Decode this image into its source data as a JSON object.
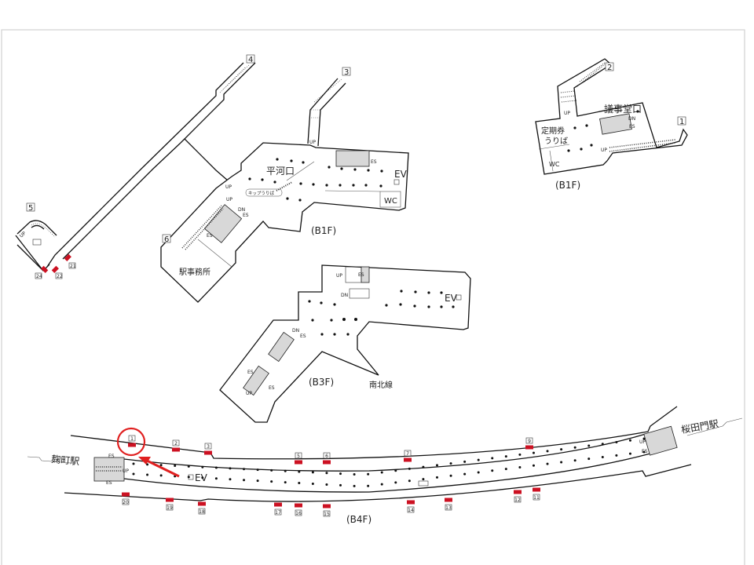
{
  "colors": {
    "exit_marker": "#cc1122",
    "highlight": "#e02020",
    "frame": "#d0d0d0"
  },
  "b1f_west": {
    "floor": "(B1F)",
    "concourse": "平河口",
    "office": "駅事務所",
    "ticket": "キップうりば",
    "ev": "EV",
    "wc": "WC",
    "up": "UP",
    "dn": "DN",
    "es": "ES",
    "exits": {
      "e3": "3",
      "e4": "4",
      "e5": "5",
      "e6": "6"
    },
    "exit5_small": {
      "a": "24",
      "b": "22",
      "c": "21"
    }
  },
  "b1f_east": {
    "floor": "(B1F)",
    "concourse": "議事堂口",
    "pass_line1": "定期券",
    "pass_line2": "うりば",
    "wc": "WC",
    "up": "UP",
    "dn": "DN",
    "es": "ES",
    "exits": {
      "e1": "1",
      "e2": "2"
    }
  },
  "b3f": {
    "floor": "(B3F)",
    "line": "南北線",
    "ev": "EV",
    "up": "UP",
    "dn": "DN",
    "es": "ES"
  },
  "b4f": {
    "floor": "(B4F)",
    "west_station": "麹町駅",
    "east_station": "桜田門駅",
    "ev": "EV",
    "up": "UP",
    "es": "ES",
    "top_exits": [
      "1",
      "2",
      "3",
      "5",
      "6",
      "7",
      "9"
    ],
    "bottom_exits": [
      "20",
      "19",
      "18",
      "17",
      "16",
      "15",
      "14",
      "13",
      "12",
      "11"
    ],
    "highlighted_exit": "1"
  }
}
